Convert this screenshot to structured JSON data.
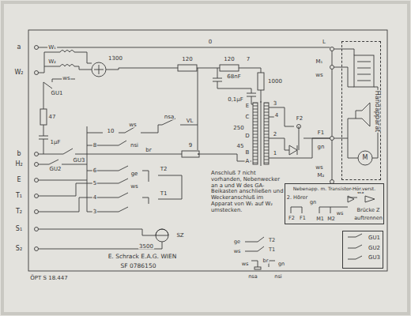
{
  "diagram": {
    "nodes": [
      {
        "text": [
          "Handapparat"
        ]
      },
      {
        "text": [
          "Nebenapp. m. Transistor-Hör.verst."
        ]
      },
      {
        "text": [
          "GU1",
          "GU2",
          "GU3"
        ]
      }
    ],
    "labels": [
      "a",
      "W₂",
      "b",
      "H₂",
      "E",
      "T₁",
      "T₂",
      "S₁",
      "S₂",
      "W₁",
      "W₂",
      "ws",
      "1300",
      "GU1",
      "47",
      "1μF",
      "GU2",
      "GU3",
      "10",
      "ws",
      "8",
      "nsi",
      "nsa",
      "br",
      "9",
      "6",
      "ge",
      "T2",
      "5",
      "ws",
      "4",
      "T1",
      "3",
      "3500",
      "SZ",
      "0",
      "120",
      "120",
      "7",
      "68nF",
      "0,1μF",
      "VL",
      "1000",
      "E",
      "C",
      "250",
      "D",
      "45",
      "B",
      "A",
      "3",
      "4",
      "2",
      "1",
      "F2",
      "F1",
      "gn",
      "L",
      "M₁",
      "ws",
      "M₂",
      "ws",
      "Anschluß 7 nicht vorhanden, Nebenwecker an a und W des GA-Beikasten anschließen und Weckeranschluß im Apparat von W₁ auf W₂ umstecken.",
      "2. Hörer",
      "F2",
      "F1",
      "gn",
      "ws",
      "M1",
      "M2",
      "ws",
      "Brücke Z",
      "auftrennen",
      "E. Schrack E.A.G. WIEN",
      "SF 0786150",
      "ÖPT S 18.447",
      "ge",
      "T2",
      "ws",
      "T1",
      "ws",
      "br",
      "gn",
      "nsa",
      "nsi",
      "M"
    ]
  }
}
